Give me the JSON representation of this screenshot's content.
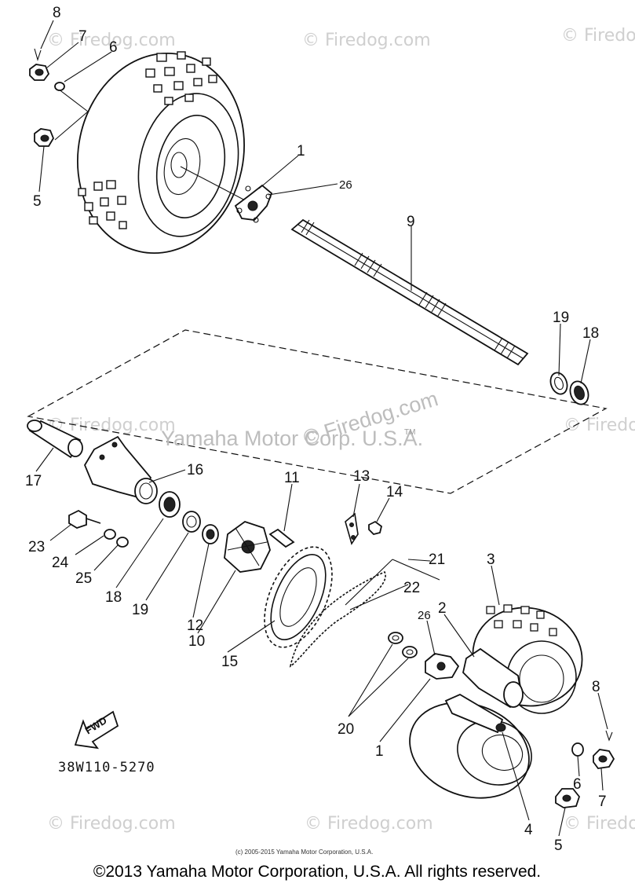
{
  "diagram": {
    "part_number": "38W110-5270",
    "fwd_label": "FWD",
    "watermark_center": "Yamaha Motor Corp. U.S.A.",
    "watermark_center_2": "© Firedog.com",
    "watermark_tm": "TM",
    "watermark_tile": "© Firedog.com",
    "small_copyright": "(c) 2005-2015 Yamaha Motor Corporation, U.S.A.",
    "footer": "©2013 Yamaha Motor Corporation, U.S.A. All rights reserved.",
    "callouts": {
      "c1_top": "1",
      "c26_top": "26",
      "c9": "9",
      "c8_top": "8",
      "c7_top": "7",
      "c6_top": "6",
      "c5_top": "5",
      "c19_top": "19",
      "c18_top": "18",
      "c17": "17",
      "c16": "16",
      "c11": "11",
      "c13": "13",
      "c14": "14",
      "c23": "23",
      "c24": "24",
      "c25": "25",
      "c18_mid": "18",
      "c19_mid": "19",
      "c12": "12",
      "c10": "10",
      "c15": "15",
      "c21": "21",
      "c22": "22",
      "c3": "3",
      "c2": "2",
      "c26_bot": "26",
      "c20": "20",
      "c1_bot": "1",
      "c8_bot": "8",
      "c6_bot": "6",
      "c7_bot": "7",
      "c4": "4",
      "c5_bot": "5"
    }
  }
}
